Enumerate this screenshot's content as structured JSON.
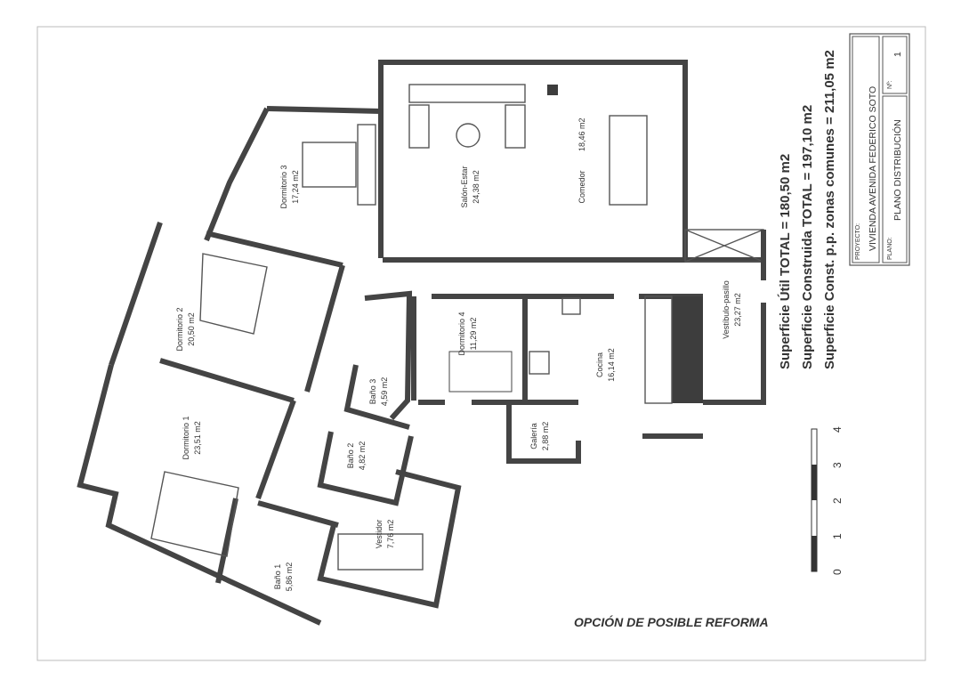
{
  "rooms": [
    {
      "name": "Dormitorio 3",
      "area": "17,24 m2"
    },
    {
      "name": "Salón-Estar",
      "area": "24,38 m2"
    },
    {
      "name": "Comedor",
      "area": "18,46 m2"
    },
    {
      "name": "Dormitorio 2",
      "area": "20,50 m2"
    },
    {
      "name": "Dormitorio 4",
      "area": "11,29 m2"
    },
    {
      "name": "Cocina",
      "area": "16,14 m2"
    },
    {
      "name": "Vestíbulo-pasillo",
      "area": "23,27 m2"
    },
    {
      "name": "Dormitorio 1",
      "area": "23,51 m2"
    },
    {
      "name": "Baño 3",
      "area": "4,59 m2"
    },
    {
      "name": "Baño 2",
      "area": "4,82 m2"
    },
    {
      "name": "Galería",
      "area": "2,88 m2"
    },
    {
      "name": "Vestidor",
      "area": "7,76 m2"
    },
    {
      "name": "Baño 1",
      "area": "5,86 m2"
    }
  ],
  "surfaces": [
    "Superficie Útil TOTAL = 180,50 m2",
    "Superficie Construida TOTAL = 197,10 m2",
    "Superficie Const. p.p. zonas comunes = 211,05 m2"
  ],
  "title_block": {
    "project_label": "PROYECTO:",
    "project": "VIVIENDA AVENIDA FEDERICO SOTO",
    "plan_label": "PLANO:",
    "plan": "PLANO DISTRIBUCIÓN",
    "number_label": "Nº:",
    "number": "1"
  },
  "scale_bar": {
    "ticks": [
      "0",
      "1",
      "2",
      "3",
      "4"
    ],
    "unit_hint": "m"
  },
  "caption": "OPCIÓN DE POSIBLE REFORMA"
}
